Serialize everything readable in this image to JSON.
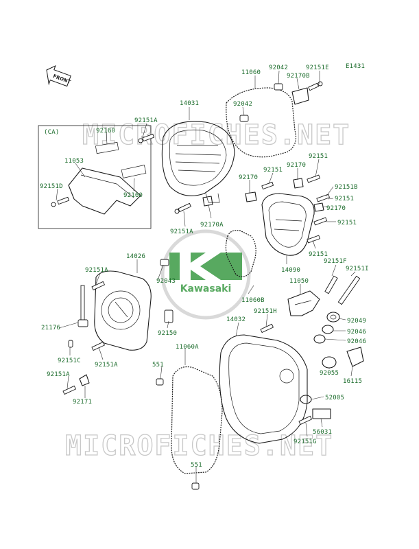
{
  "diagram_code": "E1431",
  "front_label": "FRONT",
  "watermark_text": "MICROFICHES.NET",
  "logo": {
    "text": "Kawasaki",
    "color": "#3c9b45"
  },
  "inset_label": "(CA)",
  "colors": {
    "label_green": "#1a6b2a",
    "line": "#1a1a1a",
    "watermark": "#c8c8c8"
  },
  "labels": [
    {
      "id": "l-11060",
      "text": "11060"
    },
    {
      "id": "l-92042a",
      "text": "92042"
    },
    {
      "id": "l-92151e",
      "text": "92151E"
    },
    {
      "id": "l-92170b",
      "text": "92170B"
    },
    {
      "id": "l-14031",
      "text": "14031"
    },
    {
      "id": "l-92042b",
      "text": "92042"
    },
    {
      "id": "l-92151a-top",
      "text": "92151A"
    },
    {
      "id": "l-92160a",
      "text": "92160"
    },
    {
      "id": "l-11053",
      "text": "11053"
    },
    {
      "id": "l-92151d",
      "text": "92151D"
    },
    {
      "id": "l-92160b",
      "text": "92160"
    },
    {
      "id": "l-92151-1",
      "text": "92151"
    },
    {
      "id": "l-92170-1",
      "text": "92170"
    },
    {
      "id": "l-92151-2",
      "text": "92151"
    },
    {
      "id": "l-92170-2",
      "text": "92170"
    },
    {
      "id": "l-92151b",
      "text": "92151B"
    },
    {
      "id": "l-92151-3",
      "text": "92151"
    },
    {
      "id": "l-92170-3",
      "text": "92170"
    },
    {
      "id": "l-92151a-mid",
      "text": "92151A"
    },
    {
      "id": "l-92170a",
      "text": "92170A"
    },
    {
      "id": "l-92151-4",
      "text": "92151"
    },
    {
      "id": "l-92151-5",
      "text": "92151"
    },
    {
      "id": "l-14090",
      "text": "14090"
    },
    {
      "id": "l-14026",
      "text": "14026"
    },
    {
      "id": "l-92151a-left",
      "text": "92151A"
    },
    {
      "id": "l-92043",
      "text": "92043"
    },
    {
      "id": "l-92151f",
      "text": "92151F"
    },
    {
      "id": "l-92151i",
      "text": "92151I"
    },
    {
      "id": "l-11050",
      "text": "11050"
    },
    {
      "id": "l-11060b",
      "text": "11060B"
    },
    {
      "id": "l-21176",
      "text": "21176"
    },
    {
      "id": "l-92150",
      "text": "92150"
    },
    {
      "id": "l-14032",
      "text": "14032"
    },
    {
      "id": "l-92151h",
      "text": "92151H"
    },
    {
      "id": "l-92049",
      "text": "92049"
    },
    {
      "id": "l-92046a",
      "text": "92046"
    },
    {
      "id": "l-92046b",
      "text": "92046"
    },
    {
      "id": "l-92151c",
      "text": "92151C"
    },
    {
      "id": "l-92151a-low",
      "text": "92151A"
    },
    {
      "id": "l-11060a",
      "text": "11060A"
    },
    {
      "id": "l-551a",
      "text": "551"
    },
    {
      "id": "l-92151a-bot",
      "text": "92151A"
    },
    {
      "id": "l-92171",
      "text": "92171"
    },
    {
      "id": "l-92055",
      "text": "92055"
    },
    {
      "id": "l-16115",
      "text": "16115"
    },
    {
      "id": "l-52005",
      "text": "52005"
    },
    {
      "id": "l-56031",
      "text": "56031"
    },
    {
      "id": "l-92151g",
      "text": "92151G"
    },
    {
      "id": "l-551b",
      "text": "551"
    }
  ]
}
